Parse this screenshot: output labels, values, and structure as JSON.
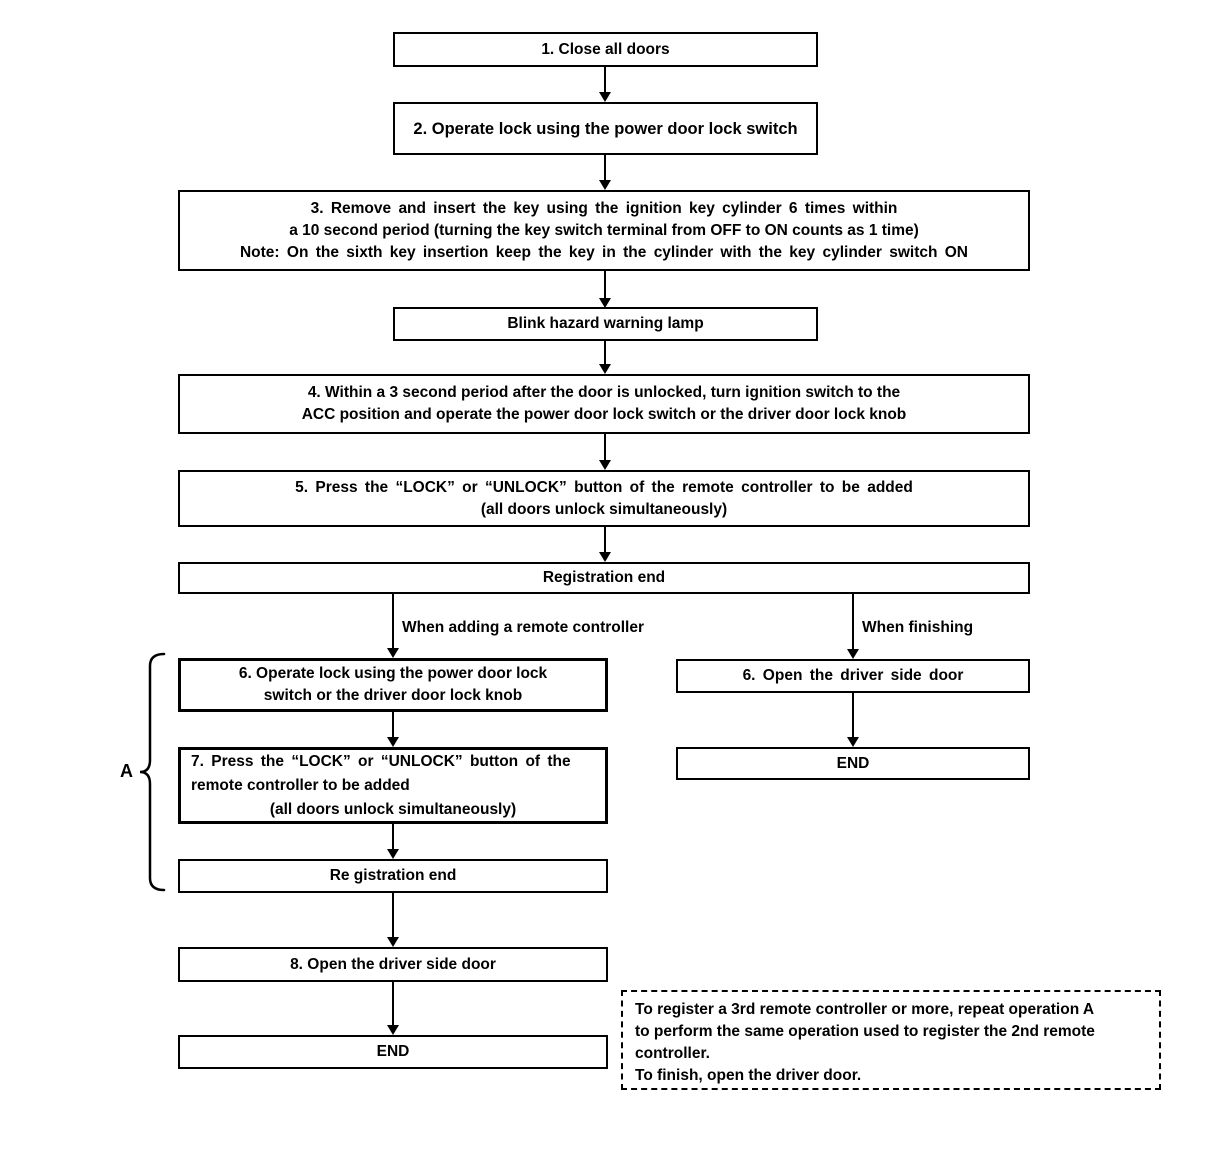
{
  "colors": {
    "background": "#ffffff",
    "line": "#000000",
    "text": "#000000"
  },
  "nodes": {
    "step1": {
      "lines": [
        "1. Close all doors"
      ]
    },
    "step2": {
      "lines": [
        "2. Operate lock using the power door lock switch"
      ]
    },
    "step3": {
      "lines": [
        "3. Remove and insert the key using the ignition key cylinder 6 times within",
        "a 10 second period (turning the key switch terminal from OFF to ON counts as 1 time)",
        "Note: On the sixth key insertion keep the key in the cylinder with the key cylinder switch ON"
      ]
    },
    "blink": {
      "lines": [
        "Blink hazard warning lamp"
      ]
    },
    "step4": {
      "lines": [
        "4. Within a 3 second period after the door is unlocked, turn ignition switch to the",
        "ACC position and operate the power door lock switch or the driver door lock knob"
      ]
    },
    "step5": {
      "lines": [
        "5. Press the “LOCK” or “UNLOCK” button of the remote controller to be added",
        "(all doors unlock simultaneously)"
      ]
    },
    "registration_end": {
      "lines": [
        "Registration end"
      ]
    },
    "step6_left": {
      "lines": [
        "6. Operate lock using the power door lock",
        "switch or the driver door lock knob"
      ]
    },
    "step6_right": {
      "lines": [
        "6. Open the driver side door"
      ]
    },
    "step7": {
      "lines": [
        "7. Press the “LOCK” or “UNLOCK” button of the",
        "remote controller to be added",
        "(all doors unlock simultaneously)"
      ]
    },
    "registration_end_2": {
      "lines": [
        "Re gistration end"
      ]
    },
    "step8": {
      "lines": [
        "8. Open the driver side door"
      ]
    },
    "end_left": {
      "lines": [
        "END"
      ]
    },
    "end_right": {
      "lines": [
        "END"
      ]
    }
  },
  "branch_labels": {
    "adding": "When adding a remote controller",
    "finishing": "When finishing"
  },
  "loop_label": "A",
  "note": {
    "lines": [
      "To register a 3rd remote controller or more, repeat operation A",
      "to perform the same operation used to register the 2nd remote",
      "controller.",
      "To finish, open the driver door."
    ]
  }
}
